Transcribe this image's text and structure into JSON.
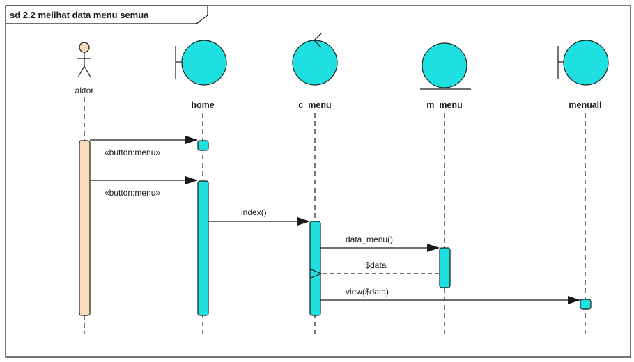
{
  "diagram": {
    "frame_title": "sd 2.2 melihat data menu semua",
    "actor": {
      "name": "aktor"
    },
    "lifelines": [
      {
        "id": "home",
        "name": "home",
        "stereotype": "boundary"
      },
      {
        "id": "c_menu",
        "name": "c_menu",
        "stereotype": "control"
      },
      {
        "id": "m_menu",
        "name": "m_menu",
        "stereotype": "entity"
      },
      {
        "id": "menuall",
        "name": "menuall",
        "stereotype": "boundary"
      }
    ],
    "messages": [
      {
        "from": "aktor",
        "to": "home",
        "label": "«button:menu»",
        "kind": "sync"
      },
      {
        "from": "aktor",
        "to": "home",
        "label": "«button:menu»",
        "kind": "sync"
      },
      {
        "from": "home",
        "to": "c_menu",
        "label": "index()",
        "kind": "sync"
      },
      {
        "from": "c_menu",
        "to": "m_menu",
        "label": "data_menu()",
        "kind": "sync"
      },
      {
        "from": "m_menu",
        "to": "c_menu",
        "label": ":$data",
        "kind": "return"
      },
      {
        "from": "c_menu",
        "to": "menuall",
        "label": "view($data)",
        "kind": "sync"
      }
    ],
    "colors": {
      "lifeline_fill": "#1fe0e0",
      "lifeline_stroke": "#1a1a1a",
      "actor_activation_fill": "#f6dcb8",
      "actor_head_fill": "#f6dcb8",
      "frame_stroke": "#1a1a1a",
      "line": "#1a1a1a"
    }
  }
}
